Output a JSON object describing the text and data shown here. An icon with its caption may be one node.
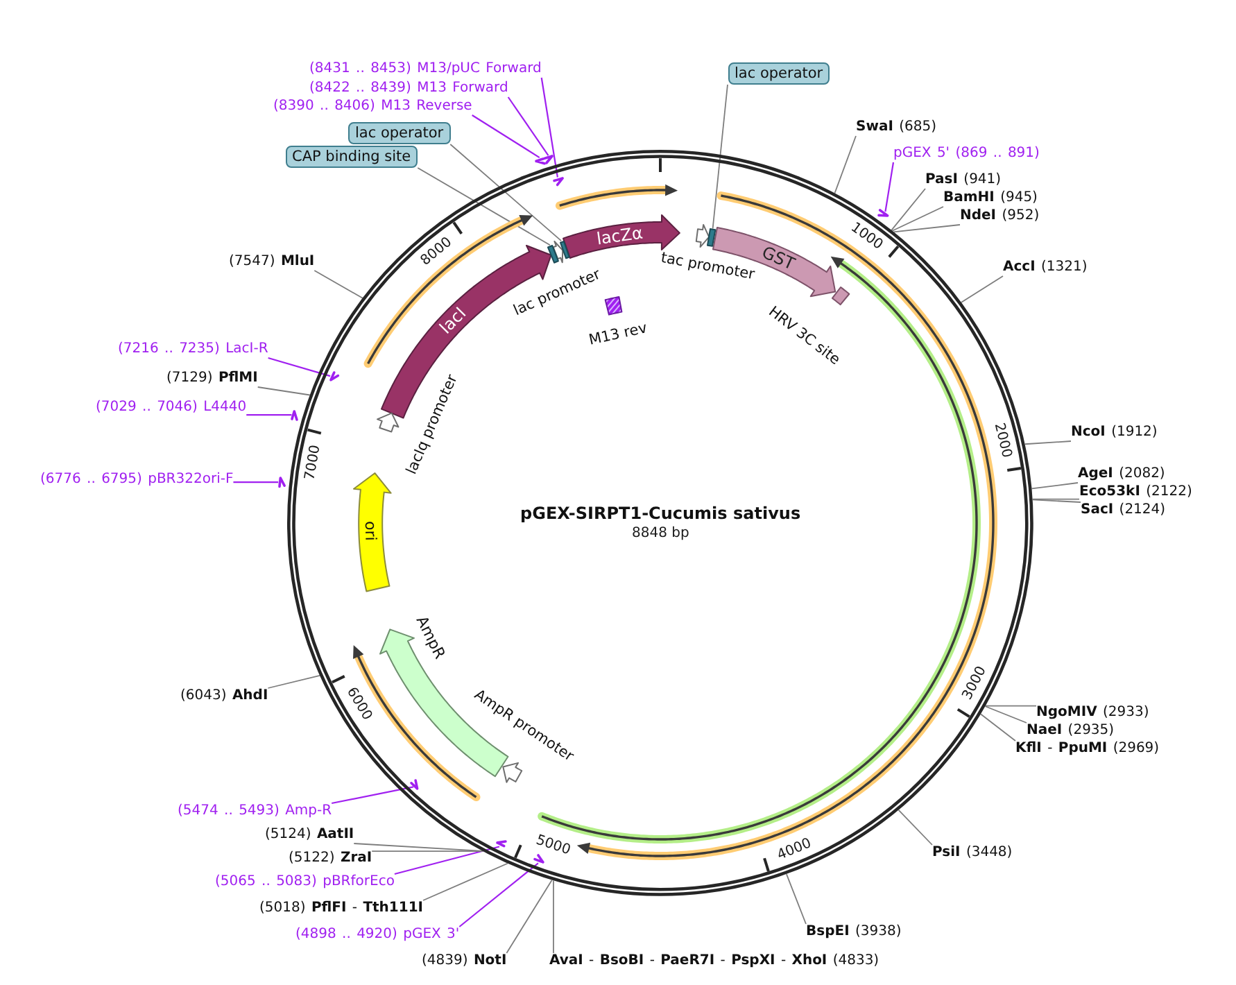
{
  "diagram": {
    "title": "pGEX-SIRPT1-Cucumis sativus",
    "nodes": [
      {
        "text": [],
        "shape": "circle"
      },
      {
        "text": [
          "lacI"
        ],
        "in": 0
      },
      {
        "text": [
          "lacZα"
        ],
        "in": 0
      },
      {
        "text": [
          "GST"
        ],
        "in": 0
      },
      {
        "text": [
          "ori"
        ],
        "in": 0
      },
      {
        "text": [
          "AmpR"
        ],
        "in": 0
      },
      {
        "text": [
          "lacIq promoter"
        ],
        "in": 0
      },
      {
        "text": [
          "lac promoter"
        ],
        "in": 0
      },
      {
        "text": [
          "tac promoter"
        ],
        "in": 0
      },
      {
        "text": [
          "AmpR promoter"
        ],
        "in": 0
      },
      {
        "text": [
          "HRV 3C site"
        ],
        "in": 0
      },
      {
        "text": [
          "M13 rev"
        ],
        "in": 0
      },
      {
        "text": [],
        "shape": "box",
        "in": 0
      },
      {
        "text": [],
        "shape": "box",
        "in": 0
      },
      {
        "text": [],
        "shape": "box",
        "in": 0
      },
      {
        "text": [
          "CAP binding site"
        ]
      },
      {
        "text": [
          "lac operator"
        ]
      },
      {
        "text": [
          "lac operator"
        ]
      },
      {
        "text": [
          "(8431 .. 8453) M13/pUC Forward"
        ]
      },
      {
        "text": [],
        "shape": "bar",
        "in": 0
      },
      {
        "text": [
          "(8422 .. 8439) M13 Forward"
        ]
      },
      {
        "text": [],
        "shape": "bar"
      },
      {
        "text": [
          "(8390 .. 8406) M13 Reverse"
        ]
      },
      {
        "text": [],
        "shape": "bar"
      },
      {
        "text": [
          "pGEX 5' (869 .. 891)"
        ]
      },
      {
        "text": [],
        "shape": "bar"
      },
      {
        "text": [
          "(7216 .. 7235) LacI-R"
        ]
      },
      {
        "text": [],
        "shape": "bar",
        "in": 0
      },
      {
        "text": [
          "(7029 .. 7046) L4440"
        ]
      },
      {
        "text": [],
        "shape": "bar"
      },
      {
        "text": [
          "(6776 .. 6795) pBR322ori-F"
        ]
      },
      {
        "text": [],
        "shape": "bar"
      },
      {
        "text": [
          "(5474 .. 5493) Amp-R"
        ]
      },
      {
        "text": [],
        "shape": "bar",
        "in": 0
      },
      {
        "text": [
          "(5065 .. 5083) pBRforEco"
        ]
      },
      {
        "text": [],
        "shape": "bar",
        "in": 0
      },
      {
        "text": [
          "(4898 .. 4920) pGEX 3'"
        ]
      },
      {
        "text": [],
        "shape": "bar",
        "in": 0
      },
      {
        "text": [
          "**SwaI** (685)"
        ]
      },
      {
        "text": [
          "**PasI** (941)"
        ]
      },
      {
        "text": [
          "**BamHI** (945)"
        ]
      },
      {
        "text": [
          "**NdeI** (952)"
        ]
      },
      {
        "text": [
          "**AccI** (1321)"
        ]
      },
      {
        "text": [
          "**NcoI** (1912)"
        ]
      },
      {
        "text": [
          "**AgeI** (2082)"
        ]
      },
      {
        "text": [
          "**Eco53kI** (2122)"
        ]
      },
      {
        "text": [
          "**SacI** (2124)"
        ]
      },
      {
        "text": [
          "**NgoMIV** (2933)"
        ]
      },
      {
        "text": [
          "**NaeI** (2935)"
        ]
      },
      {
        "text": [
          "**KflI** - **PpuMI** (2969)"
        ]
      },
      {
        "text": [
          "**PsiI** (3448)"
        ]
      },
      {
        "text": [
          "**BspEI** (3938)"
        ]
      },
      {
        "text": [
          "**AvaI** - **BsoBI** - **PaeR7I** - **PspXI** - **XhoI** (4833)"
        ]
      },
      {
        "text": [
          "(4839) **NotI**"
        ]
      },
      {
        "text": [
          "(5018) **PflFI** - **Tth111I**"
        ]
      },
      {
        "text": [
          "(5122) **ZraI**"
        ]
      },
      {
        "text": [
          "(5124) **AatII**"
        ]
      },
      {
        "text": [
          "(6043) **AhdI**"
        ]
      },
      {
        "text": [
          "(7129) **PflMI**"
        ]
      },
      {
        "text": [
          "(7547) **MluI**"
        ]
      }
    ],
    "edges": [
      {
        "from": 15,
        "to": 12,
        "arrow": "none"
      },
      {
        "from": 16,
        "to": 13,
        "arrow": "none"
      },
      {
        "from": 17,
        "to": 14,
        "arrow": "none"
      },
      {
        "from": 18,
        "to": 19,
        "arrow": "none",
        "color": "#a020f0"
      },
      {
        "from": 20,
        "to": 21,
        "arrow": "none",
        "color": "#a020f0"
      },
      {
        "from": 22,
        "to": 23,
        "arrow": "none",
        "color": "#a020f0"
      },
      {
        "from": 24,
        "to": 25,
        "arrow": "none",
        "color": "#a020f0"
      },
      {
        "from": 26,
        "to": 27,
        "arrow": "none",
        "color": "#a020f0"
      },
      {
        "from": 28,
        "to": 29,
        "arrow": "none",
        "color": "#a020f0"
      },
      {
        "from": 30,
        "to": 31,
        "arrow": "none",
        "color": "#a020f0"
      },
      {
        "from": 32,
        "to": 33,
        "arrow": "none",
        "color": "#a020f0"
      },
      {
        "from": 34,
        "to": 35,
        "arrow": "none",
        "color": "#a020f0"
      },
      {
        "from": 36,
        "to": 37,
        "arrow": "none",
        "color": "#a020f0"
      },
      {
        "from": 38,
        "to": 0,
        "arrow": "none"
      },
      {
        "from": 39,
        "to": 0,
        "arrow": "none"
      },
      {
        "from": 40,
        "to": 0,
        "arrow": "none"
      },
      {
        "from": 41,
        "to": 0,
        "arrow": "none"
      },
      {
        "from": 42,
        "to": 0,
        "arrow": "none"
      },
      {
        "from": 43,
        "to": 0,
        "arrow": "none"
      },
      {
        "from": 44,
        "to": 0,
        "arrow": "none"
      },
      {
        "from": 45,
        "to": 0,
        "arrow": "none"
      },
      {
        "from": 46,
        "to": 0,
        "arrow": "none"
      },
      {
        "from": 47,
        "to": 0,
        "arrow": "none"
      },
      {
        "from": 48,
        "to": 0,
        "arrow": "none"
      },
      {
        "from": 49,
        "to": 0,
        "arrow": "none"
      },
      {
        "from": 50,
        "to": 0,
        "arrow": "none"
      },
      {
        "from": 51,
        "to": 0,
        "arrow": "none"
      },
      {
        "from": 52,
        "to": 0,
        "arrow": "none"
      },
      {
        "from": 53,
        "to": 0,
        "arrow": "none"
      },
      {
        "from": 54,
        "to": 0,
        "arrow": "none"
      },
      {
        "from": 55,
        "to": 0,
        "arrow": "none"
      },
      {
        "from": 56,
        "to": 0,
        "arrow": "none"
      },
      {
        "from": 57,
        "to": 0,
        "arrow": "none"
      },
      {
        "from": 58,
        "to": 0,
        "arrow": "none"
      },
      {
        "from": 59,
        "to": 0,
        "arrow": "none"
      }
    ],
    "labels": [
      "8000",
      "1000",
      "7000",
      "2000",
      "8848 bp",
      "6000",
      "3000",
      "5000",
      "4000"
    ]
  }
}
